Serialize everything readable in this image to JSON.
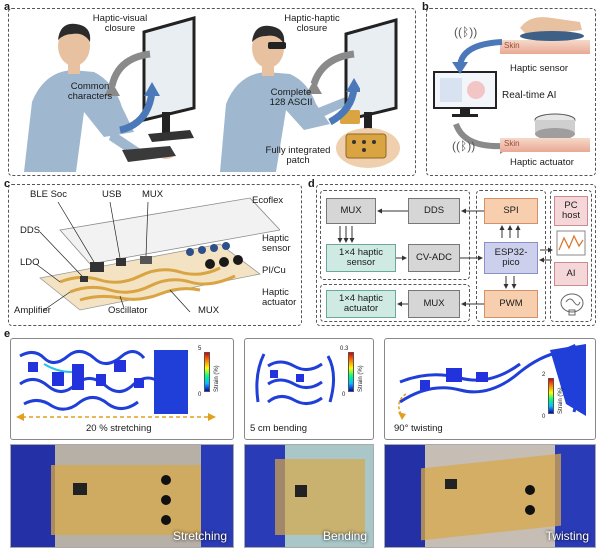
{
  "panels": {
    "a": {
      "label": "a",
      "haptic_visual": "Haptic-visual\nclosure",
      "common_characters": "Common\ncharacters",
      "haptic_haptic": "Haptic-haptic\nclosure",
      "complete_ascii": "Complete\n128 ASCII",
      "fully_integrated": "Fully integrated\npatch"
    },
    "b": {
      "label": "b",
      "skin_top": "Skin",
      "haptic_sensor": "Haptic sensor",
      "realtime_ai": "Real-time AI",
      "skin_bottom": "Skin",
      "haptic_actuator": "Haptic actuator"
    },
    "c": {
      "label": "c",
      "ble_soc": "BLE Soc",
      "usb": "USB",
      "mux_top": "MUX",
      "ecoflex": "Ecoflex",
      "dds": "DDS",
      "haptic_sensor": "Haptic\nsensor",
      "ldo": "LDO",
      "pi_cu": "PI/Cu",
      "amplifier": "Amplifier",
      "oscillator": "Oscillator",
      "mux_bottom": "MUX",
      "haptic_actuator": "Haptic\nactuator"
    },
    "d": {
      "label": "d",
      "blocks": {
        "mux1": "MUX",
        "dds": "DDS",
        "spi": "SPI",
        "pc_host": "PC\nhost",
        "sensor_arr": "1×4 haptic\nsensor",
        "cv_adc": "CV-ADC",
        "esp32": "ESP32-\npico",
        "actuator_arr": "1×4 haptic\nactuator",
        "mux2": "MUX",
        "pwm": "PWM",
        "ai": "AI"
      }
    },
    "e": {
      "label": "e",
      "stretch_caption": "20 % stretching",
      "bend_caption": "5 cm bending",
      "twist_caption": "90° twisting",
      "colorbar_title": "Strain (%)",
      "stretch_max": "5",
      "stretch_min": "0",
      "bend_max": "0.3",
      "bend_min": "0",
      "twist_max": "2",
      "twist_min": "0",
      "photo_stretching": "Stretching",
      "photo_bending": "Bending",
      "photo_twisting": "Twisting"
    }
  },
  "colors": {
    "arrow_blue": "#4a78b8",
    "arrow_gray": "#8a8a8a",
    "trace_gold": "#d9a441",
    "strain_blue": "#1f3fd8"
  }
}
